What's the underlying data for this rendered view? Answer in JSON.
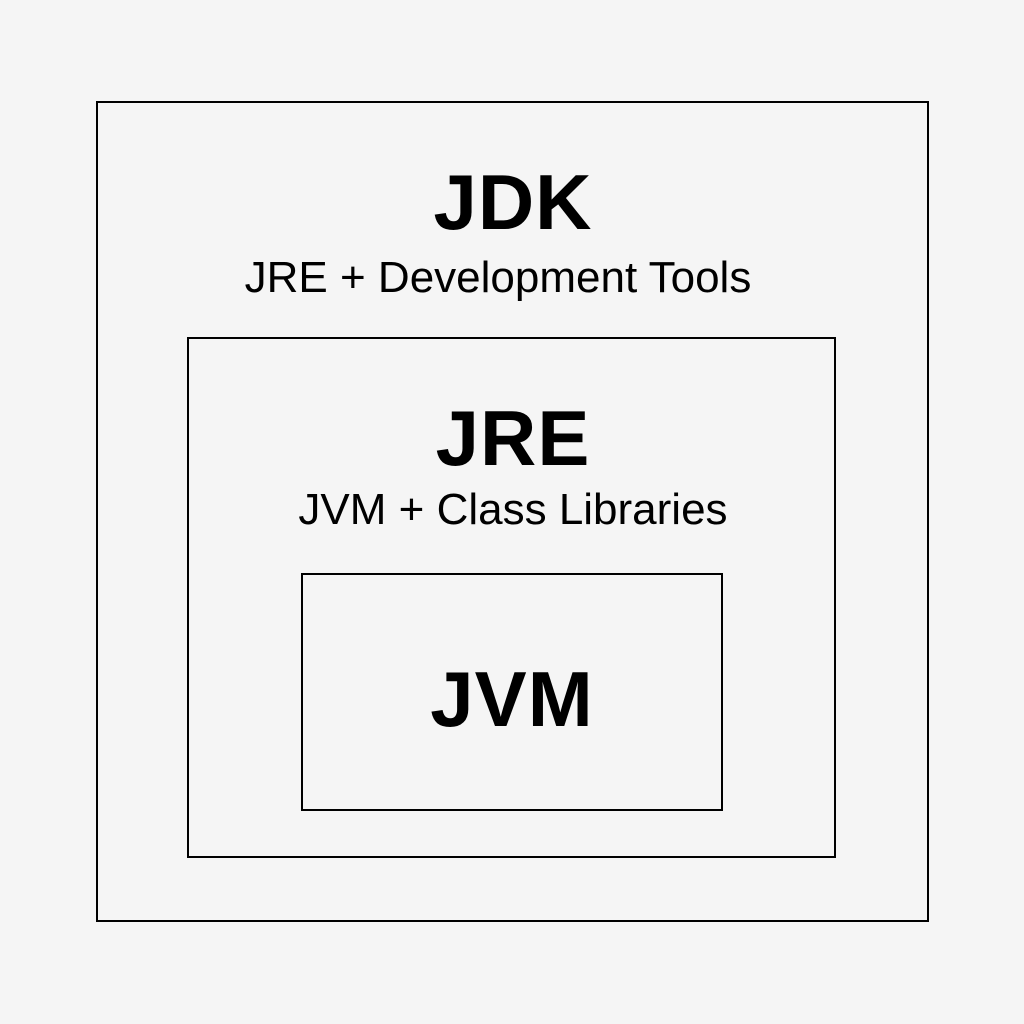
{
  "diagram": {
    "type": "nested-boxes",
    "background_color": "#f5f5f5",
    "border_color": "#000000",
    "boxes": {
      "jdk": {
        "title": "JDK",
        "subtitle": "JRE + Development Tools"
      },
      "jre": {
        "title": "JRE",
        "subtitle": "JVM + Class Libraries"
      },
      "jvm": {
        "title": "JVM"
      }
    }
  }
}
